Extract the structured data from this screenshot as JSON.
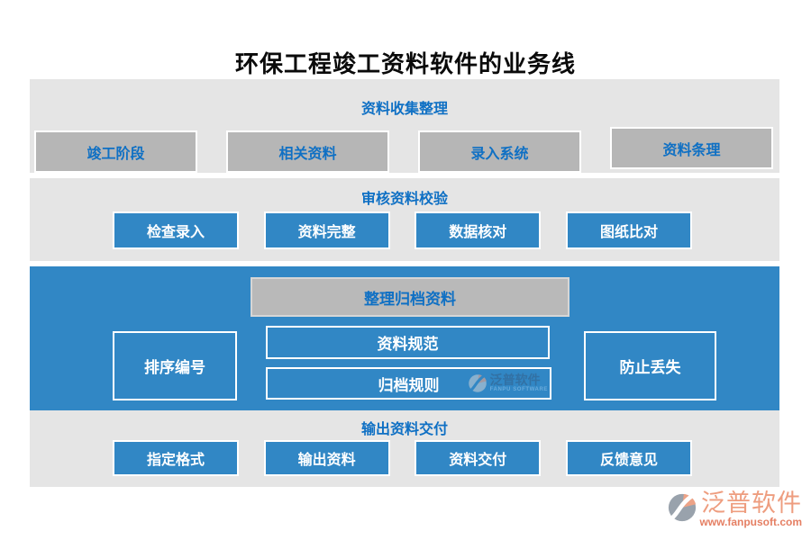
{
  "title": "环保工程竣工资料软件的业务线",
  "sections": {
    "collect": {
      "header": "资料收集整理",
      "items": [
        "竣工阶段",
        "相关资料",
        "录入系统",
        "资料条理"
      ]
    },
    "audit": {
      "header": "审核资料校验",
      "items": [
        "检查录入",
        "资料完整",
        "数据核对",
        "图纸比对"
      ]
    },
    "archive": {
      "header": "整理归档资料",
      "left": "排序编号",
      "center": [
        "资料规范",
        "归档规则"
      ],
      "right": "防止丢失"
    },
    "deliver": {
      "header": "输出资料交付",
      "items": [
        "指定格式",
        "输出资料",
        "资料交付",
        "反馈意见"
      ]
    }
  },
  "watermark": {
    "name": "泛普软件",
    "subtitle": "FANPU SOFTWARE"
  },
  "logo": {
    "name": "泛普软件",
    "url": "www.fanpusoft.com"
  },
  "colors": {
    "band_gray": "#e5e5e5",
    "node_gray": "#b6b6b6",
    "blue": "#3187c5",
    "blue_text": "#0f70c4",
    "logo_salmon": "#ee9d7f",
    "logo_url_red": "#e57f63"
  }
}
